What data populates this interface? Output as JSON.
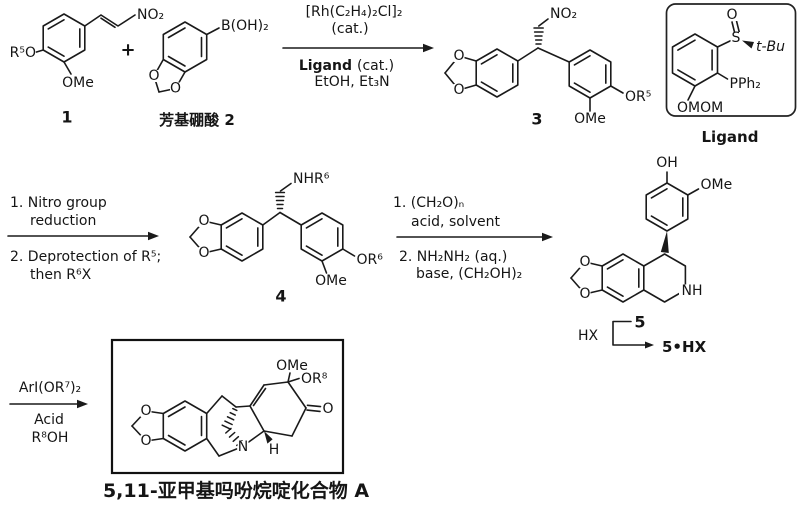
{
  "meta": {
    "ink": "#1a1a1a",
    "background": "#ffffff"
  },
  "compounds": {
    "c1": {
      "r5o": "R⁵O",
      "ome": "OMe",
      "no2": "NO₂",
      "label": "1"
    },
    "plus": "+",
    "c2": {
      "o_top": "O",
      "o_bottom": "O",
      "boh2": "B(OH)₂",
      "label": "芳基硼酸 2"
    },
    "c3": {
      "o_top": "O",
      "o_bottom": "O",
      "no2": "NO₂",
      "or5": "OR⁵",
      "ome": "OMe",
      "label": "3"
    },
    "ligand": {
      "o": "O",
      "s": "S",
      "tbu": "t-Bu",
      "pph2": "PPh₂",
      "omom": "OMOM",
      "caption": "Ligand"
    },
    "c4": {
      "o_top": "O",
      "o_bottom": "O",
      "nhr6": "NHR⁶",
      "or6": "OR⁶",
      "ome": "OMe",
      "label": "4"
    },
    "c5": {
      "oh": "OH",
      "ome": "OMe",
      "o_top": "O",
      "o_bottom": "O",
      "nh": "NH",
      "label": "5"
    },
    "salt": {
      "hx": "HX",
      "product": "5•HX"
    },
    "ca": {
      "ome": "OMe",
      "or8": "OR⁸",
      "o_ketone": "O",
      "o_top": "O",
      "o_bottom": "O",
      "n": "N",
      "h": "H",
      "caption": "5,11-亚甲基吗吩烷啶化合物 A"
    }
  },
  "arrows": {
    "a1": {
      "above1": "[Rh(C₂H₄)₂Cl]₂",
      "above2": "(cat.)",
      "below_bold": "Ligand",
      "below_rest": "(cat.)",
      "below2": "EtOH, Et₃N"
    },
    "a2": {
      "l1": "1. Nitro group",
      "l2": "reduction",
      "l3": "2. Deprotection of R⁵;",
      "l4": "then R⁶X"
    },
    "a3": {
      "l1": "1. (CH₂O)ₙ",
      "l2": "acid, solvent",
      "l3": "2. NH₂NH₂ (aq.)",
      "l4": "base, (CH₂OH)₂"
    },
    "a4": {
      "l1": "ArI(OR⁷)₂",
      "l2": "Acid",
      "l3": "R⁸OH"
    }
  }
}
